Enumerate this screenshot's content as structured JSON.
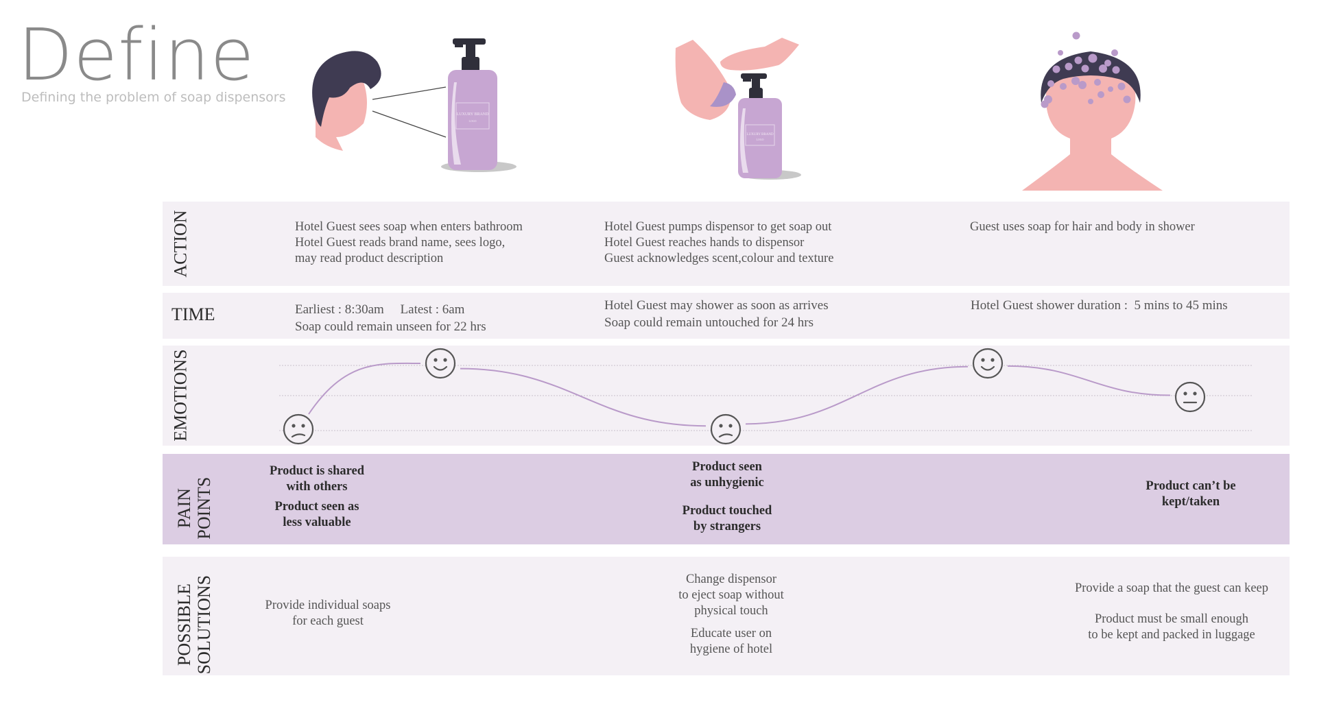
{
  "header": {
    "title": "Define",
    "subtitle": "Defining the problem of soap dispensors"
  },
  "illustrations": {
    "bottle_label_brand": "LUXURY BRAND",
    "bottle_label_sub": "LOGO"
  },
  "rows": {
    "action": {
      "label": "ACTION",
      "col1": {
        "line1": "Hotel Guest sees soap when enters bathroom",
        "line2": "Hotel Guest reads brand name, sees logo,",
        "line3": "may read product description"
      },
      "col2": {
        "line1": "Hotel Guest pumps dispensor to get soap out",
        "line2": "Hotel Guest reaches hands to dispensor",
        "line3": "Guest acknowledges scent,colour and texture"
      },
      "col3": {
        "line1": "Guest uses soap for hair and body in shower"
      }
    },
    "time": {
      "label": "TIME",
      "col1": {
        "line1": "Earliest : 8:30am     Latest : 6am",
        "line2": "Soap could remain unseen for 22 hrs"
      },
      "col2": {
        "line1": "Hotel Guest may shower as soon as arrives",
        "line2": "Soap could remain untouched for 24 hrs"
      },
      "col3": {
        "line1": "Hotel Guest shower duration :  5 mins to 45 mins"
      }
    },
    "emotions": {
      "label": "EMOTIONS"
    },
    "pain_points": {
      "label_line1": "PAIN",
      "label_line2": "POINTS",
      "col1": {
        "a1": "Product is shared",
        "a2": "with others",
        "b1": "Product seen as",
        "b2": "less valuable"
      },
      "col2": {
        "a1": "Product seen",
        "a2": "as unhygienic",
        "b1": "Product touched",
        "b2": "by strangers"
      },
      "col3": {
        "a1": "Product can’t be",
        "a2": "kept/taken"
      }
    },
    "solutions": {
      "label_line1": "POSSIBLE",
      "label_line2": "SOLUTIONS",
      "col1": {
        "line1": "Provide individual soaps",
        "line2": "for each guest"
      },
      "col2": {
        "a1": "Change dispensor",
        "a2": "to eject soap without",
        "a3": "physical touch",
        "b1": "Educate user on",
        "b2": "hygiene of hotel"
      },
      "col3": {
        "a1": "Provide a soap that the guest can keep",
        "b1": "Product must be small enough",
        "b2": "to be kept and packed in luggage"
      }
    }
  },
  "emotion_journey": {
    "levels": [
      "negative",
      "positive",
      "negative",
      "positive",
      "neutral"
    ],
    "line_color": "#b99ac9",
    "face_color": "#555555"
  },
  "colors": {
    "row_bg": "#f4f0f5",
    "pain_bg": "#dccde3",
    "bottle": "#c7a6d2",
    "skin": "#f4b4b2",
    "hair": "#3f3b52"
  }
}
